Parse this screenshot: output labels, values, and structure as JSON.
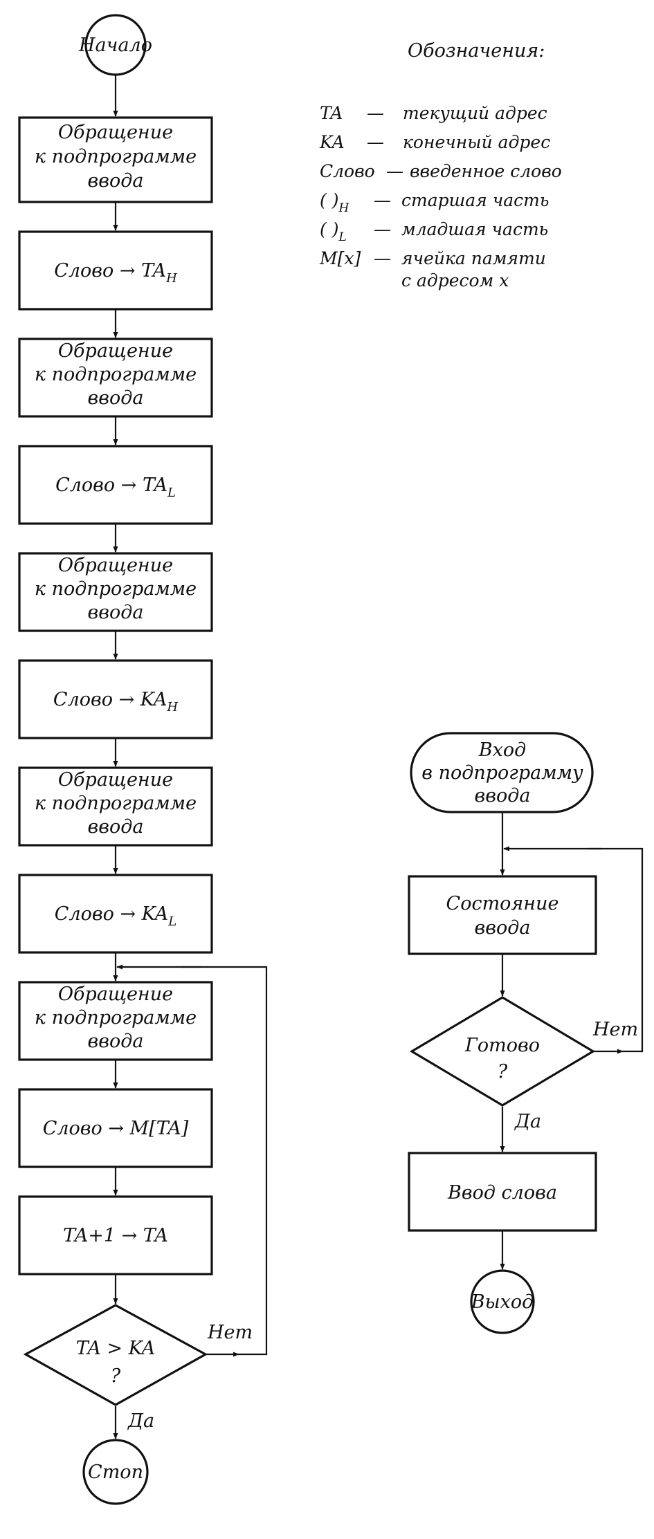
{
  "legend": {
    "title": "Обозначения:",
    "items": [
      {
        "symbol": "TA",
        "dash": "—",
        "meaning": "текущий адрес"
      },
      {
        "symbol": "KA",
        "dash": "—",
        "meaning": "конечный адрес"
      },
      {
        "symbol": "Слово",
        "dash": "—",
        "meaning": "введенное слово"
      },
      {
        "symbol": "( )",
        "sub": "H",
        "dash": "—",
        "meaning": "старшая часть"
      },
      {
        "symbol": "( )",
        "sub": "L",
        "dash": "—",
        "meaning": "младшая часть"
      },
      {
        "symbol": "M[x]",
        "dash": "—",
        "meaning": "ячейка памяти",
        "meaning2": "с адресом x"
      }
    ]
  },
  "main_flow": {
    "start": "Начало",
    "call_1": "Обращение",
    "call_2": "к подпрограмме",
    "call_3": "ввода",
    "word": "Слово",
    "ta": "TA",
    "ka": "KA",
    "sub_h": "H",
    "sub_l": "L",
    "store": "Слово → M[TA]",
    "increment": "TA+1 → TA",
    "decision": "TA > KA",
    "question": "?",
    "no": "Нет",
    "yes": "Да",
    "stop": "Стоп"
  },
  "sub_flow": {
    "entry_1": "Вход",
    "entry_2": "в подпрограмму",
    "entry_3": "ввода",
    "status_1": "Состояние",
    "status_2": "ввода",
    "ready": "Готово",
    "question": "?",
    "no": "Нет",
    "yes": "Да",
    "input_word": "Ввод слова",
    "exit": "Выход"
  },
  "colors": {
    "ink": "#111111",
    "paper": "#ffffff"
  }
}
